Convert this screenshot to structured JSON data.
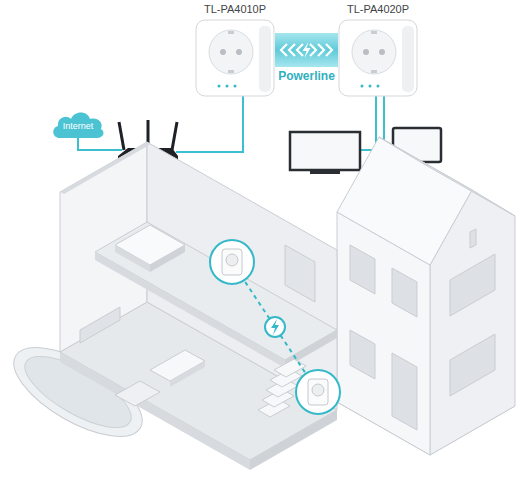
{
  "diagram": {
    "nodes": [
      {
        "text": [
          "TL-PA4010P"
        ]
      },
      {
        "text": [
          "TL-PA4020P"
        ]
      },
      {
        "text": [
          "Internet"
        ]
      }
    ],
    "edges": [
      {
        "from": 0,
        "to": 1,
        "label": "Powerline",
        "arrow": "both"
      }
    ]
  }
}
